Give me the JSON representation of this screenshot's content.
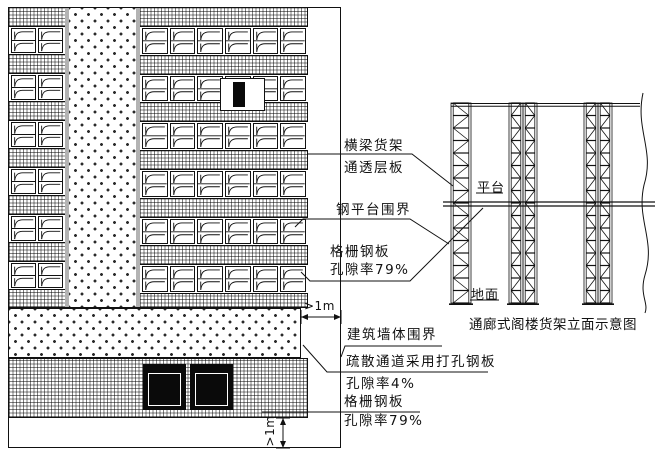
{
  "labels": {
    "beam_rack_1": "横梁货架",
    "beam_rack_2": "通透层板",
    "platform_boundary": "钢平台围界",
    "grille_top_1": "格栅钢板",
    "grille_top_2": "孔隙率79%",
    "dim_right": ">1m",
    "wall_boundary": "建筑墙体围界",
    "evac_1": "疏散通道采用打孔钢板",
    "evac_2": "孔隙率4%",
    "grille_bottom_1": "格栅钢板",
    "grille_bottom_2": "孔隙率79%",
    "dim_bottom": ">1m"
  },
  "elevation": {
    "platform": "平台",
    "ground": "地面",
    "caption": "通廊式阁楼货架立面示意图"
  },
  "plan": {
    "rack_rows": 6,
    "left_col_boxes": 2,
    "right_col_boxes": 6,
    "door_count": 2
  },
  "colors": {
    "line": "#111111",
    "hatch": "#555555",
    "dot": "#2a2a2a"
  }
}
